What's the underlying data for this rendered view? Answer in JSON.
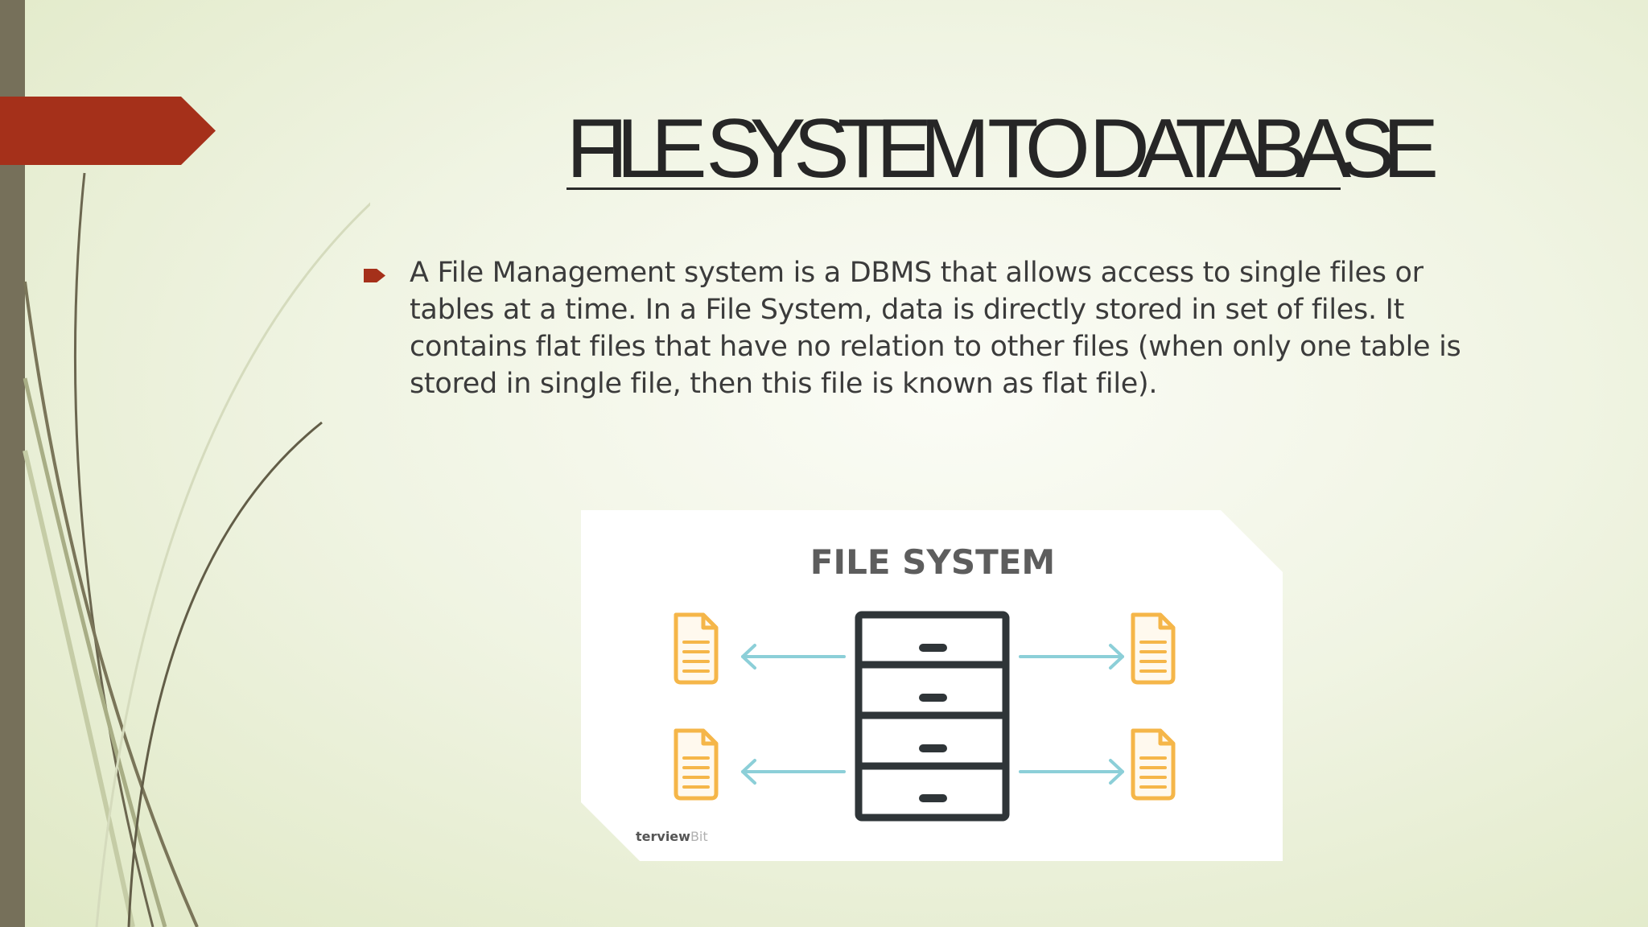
{
  "slide": {
    "title": "FILE SYSTEM TO DATABASE",
    "bullets": [
      "A File Management system is a DBMS that allows access to single files or tables at a time. In a File System, data is directly stored in set of files. It contains flat files that have no relation to other files (when only one table is stored in single file, then this file is known as flat file)."
    ]
  },
  "figure": {
    "title": "FILE SYSTEM",
    "watermark_main": "terview",
    "watermark_faint": "Bit",
    "icons": [
      "file-icon",
      "cabinet-icon",
      "arrow-icon"
    ]
  },
  "colors": {
    "accent_red": "#a5301a",
    "left_bar": "#76705a",
    "file_orange": "#f5b649",
    "arrow_blue": "#8ccfd8",
    "cabinet_dark": "#2f3538"
  }
}
